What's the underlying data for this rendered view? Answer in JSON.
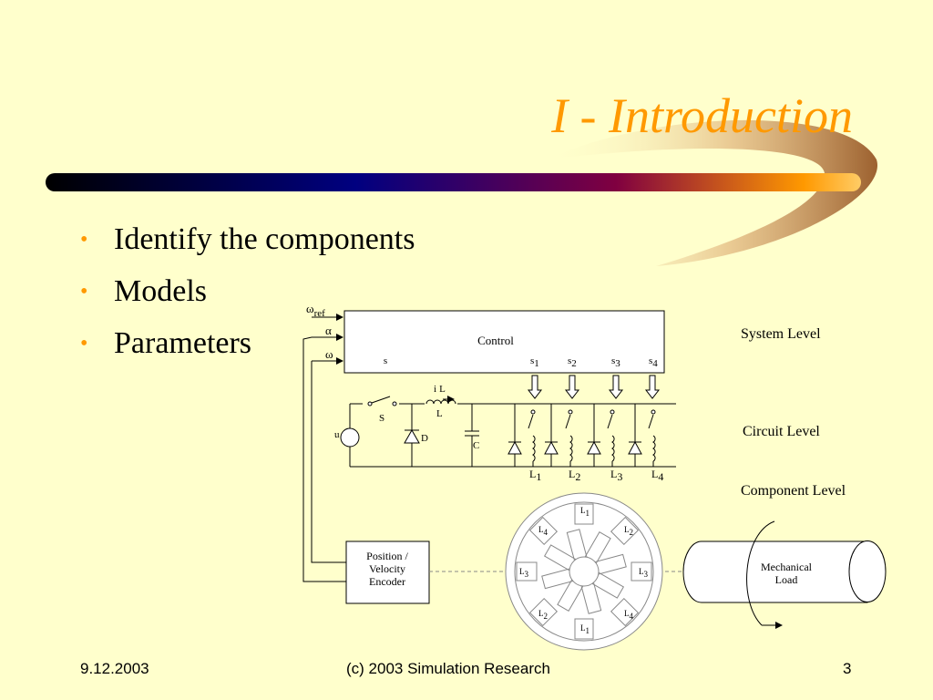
{
  "slide": {
    "title": "I - Introduction",
    "bullets": [
      "Identify the components",
      "Models",
      "Parameters"
    ]
  },
  "footer": {
    "date": "9.12.2003",
    "copyright": "(c) 2003 Simulation Research",
    "page": "3"
  },
  "diagram": {
    "inputs": {
      "omega_ref": "ω",
      "omega_ref_sub": "ref",
      "alpha": "α",
      "omega": "ω"
    },
    "control_label": "Control",
    "s_label": "s",
    "s_outputs": [
      {
        "s": "s",
        "sub": "1"
      },
      {
        "s": "s",
        "sub": "2"
      },
      {
        "s": "s",
        "sub": "3"
      },
      {
        "s": "s",
        "sub": "4"
      }
    ],
    "inductor_labels": {
      "i": "i",
      "i_sub": "L",
      "L": "L"
    },
    "switch_label": "S",
    "diode_label": "D",
    "cap_label": "C",
    "source_label": "u",
    "coil_labels": [
      {
        "L": "L",
        "sub": "1"
      },
      {
        "L": "L",
        "sub": "2"
      },
      {
        "L": "L",
        "sub": "3"
      },
      {
        "L": "L",
        "sub": "4"
      }
    ],
    "levels": [
      "System  Level",
      "Circuit  Level",
      "Component  Level"
    ],
    "encoder_lines": [
      "Position  /",
      "Velocity",
      "Encoder"
    ],
    "load_lines": [
      "Mechanical",
      "Load"
    ],
    "motor_poles": [
      {
        "L": "L",
        "sub": "1"
      },
      {
        "L": "L",
        "sub": "2"
      },
      {
        "L": "L",
        "sub": "3"
      },
      {
        "L": "L",
        "sub": "4"
      },
      {
        "L": "L",
        "sub": "1"
      },
      {
        "L": "L",
        "sub": "2"
      },
      {
        "L": "L",
        "sub": "3"
      },
      {
        "L": "L",
        "sub": "4"
      }
    ]
  },
  "colors": {
    "background": "#FFFFCC",
    "accent": "#FF9900",
    "bar_start": "#000000",
    "bar_mid": "#000080",
    "bar_end": "#FF9900"
  }
}
